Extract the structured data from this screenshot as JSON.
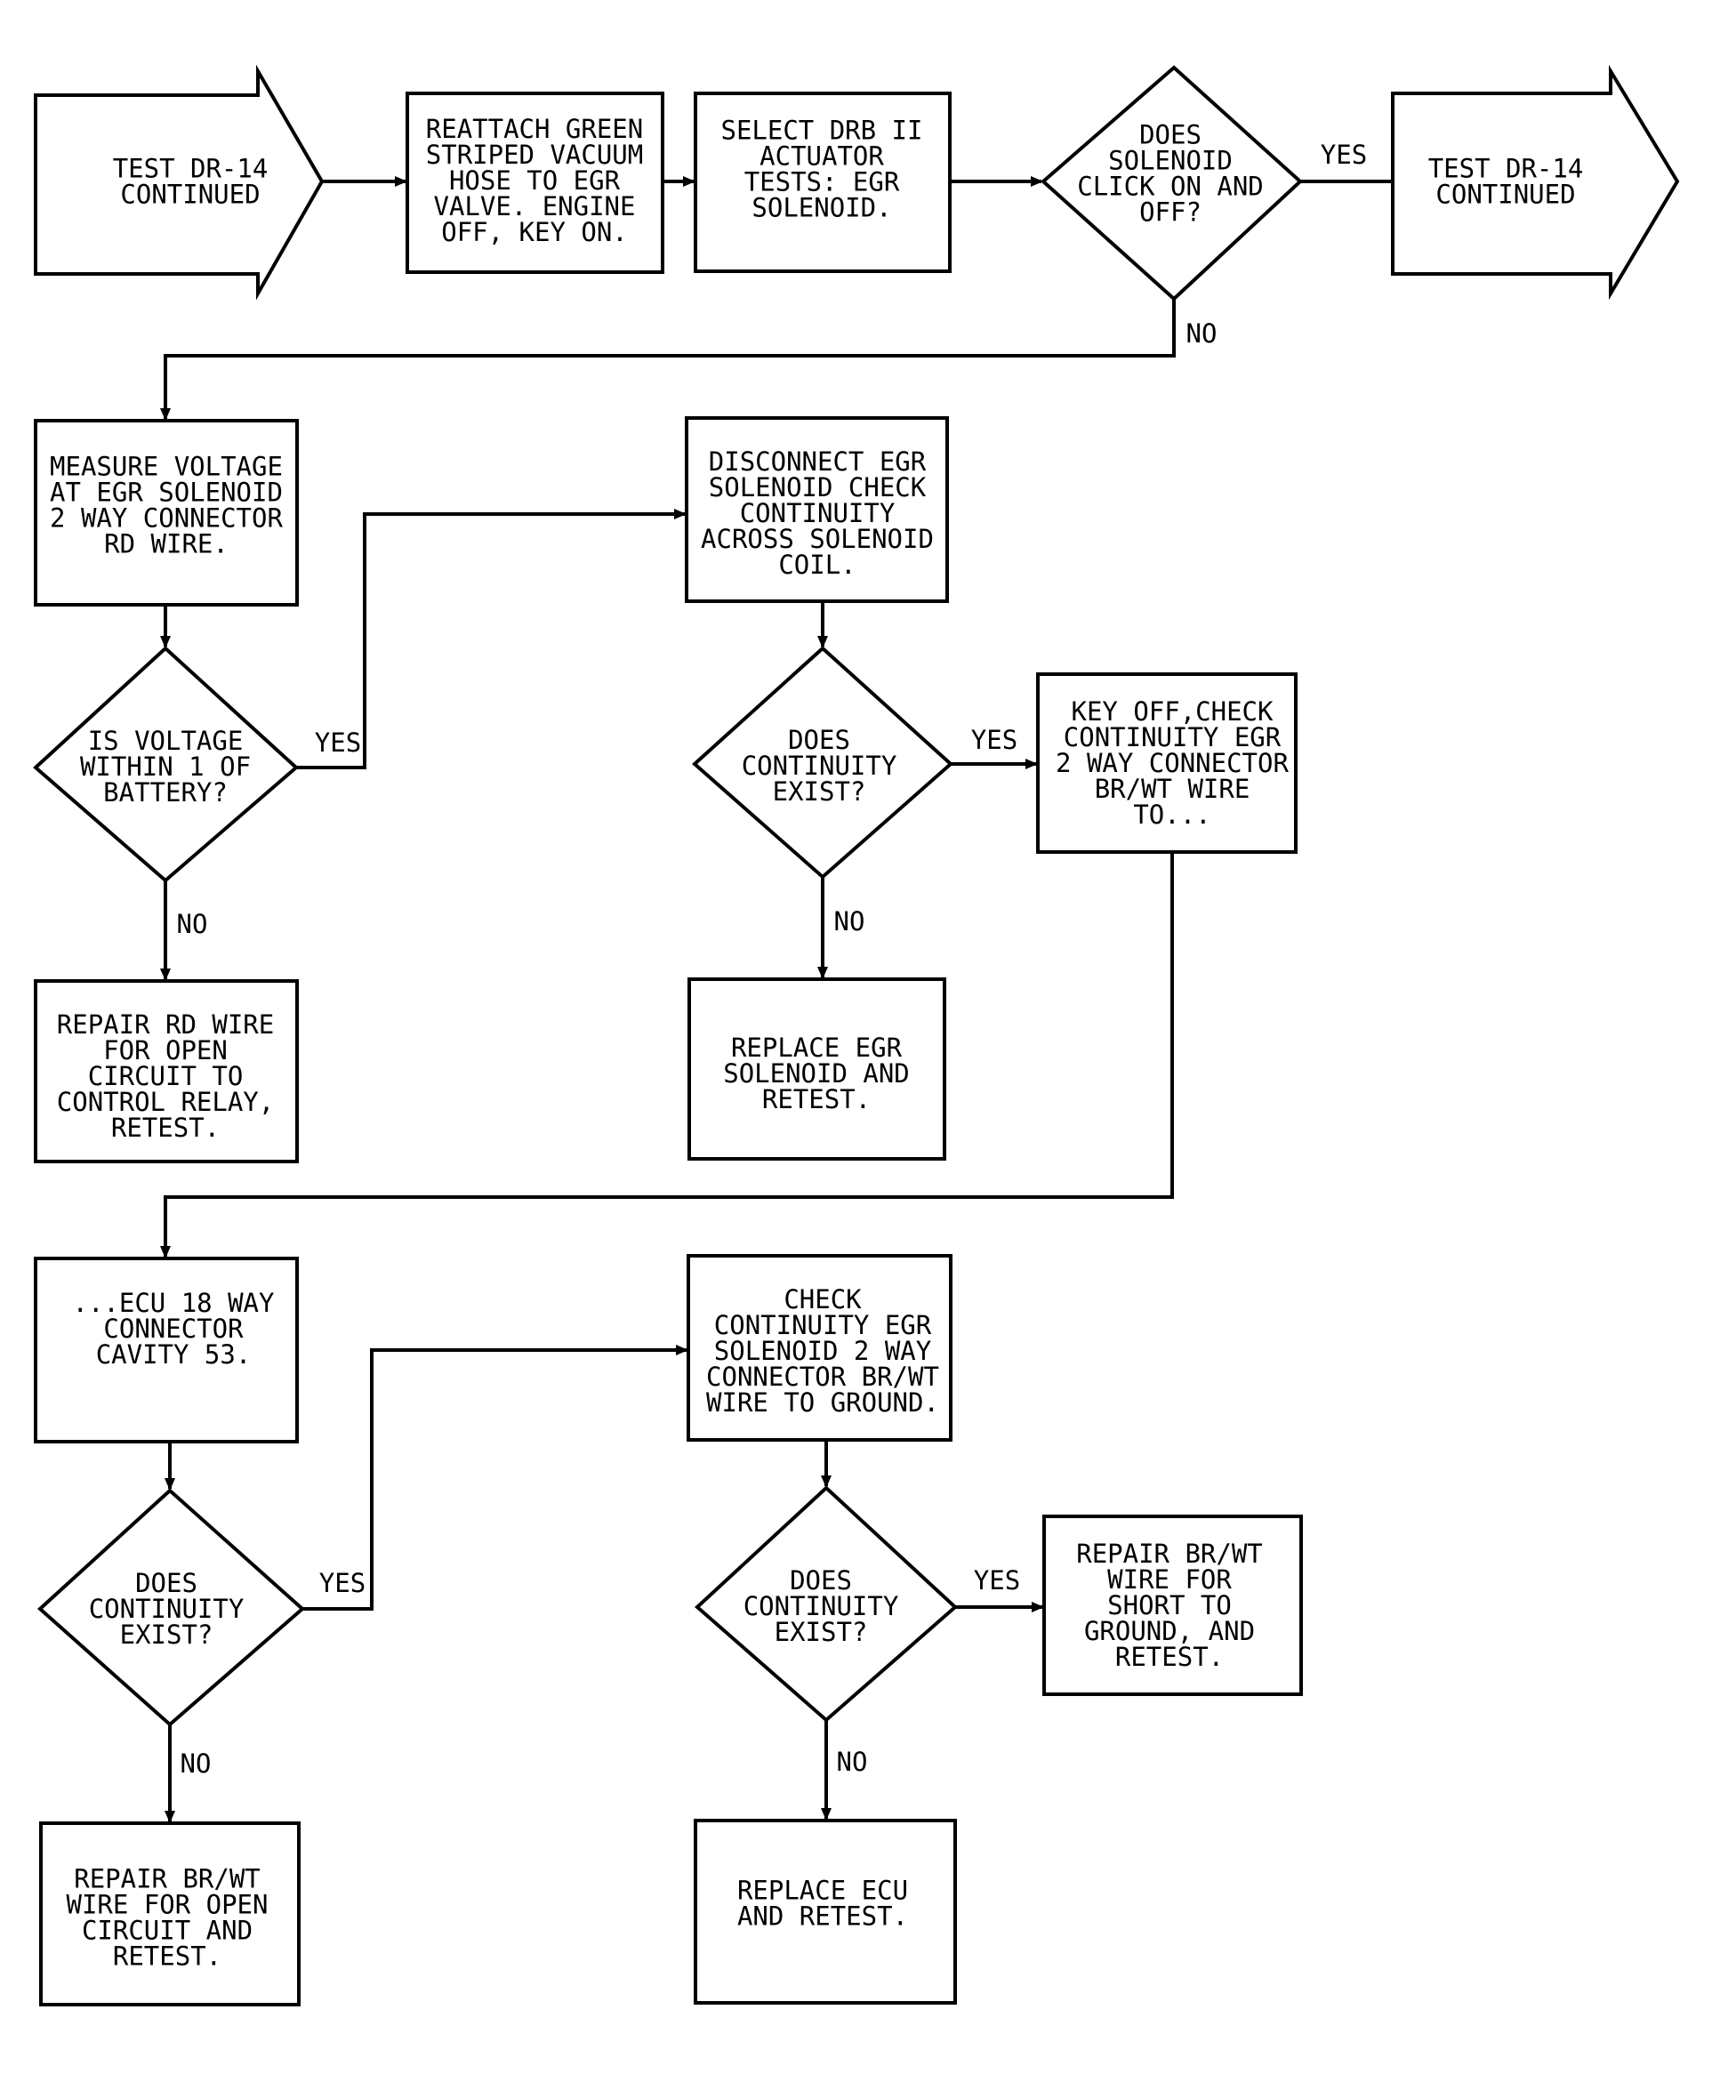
{
  "nodes": {
    "start_arrow": [
      "TEST DR-14",
      "CONTINUED"
    ],
    "reattach_hose": [
      "REATTACH GREEN",
      "STRIPED VACUUM",
      "HOSE TO EGR",
      "VALVE. ENGINE",
      "OFF, KEY ON."
    ],
    "select_drb": [
      "SELECT DRB II",
      "ACTUATOR",
      "TESTS: EGR",
      "SOLENOID."
    ],
    "does_solenoid_click": [
      "DOES",
      "SOLENOID",
      "CLICK ON AND",
      "OFF?"
    ],
    "end_arrow": [
      "TEST DR-14",
      "CONTINUED"
    ],
    "measure_voltage": [
      "MEASURE VOLTAGE",
      "AT EGR SOLENOID",
      "2 WAY CONNECTOR",
      "RD WIRE."
    ],
    "is_voltage": [
      "IS VOLTAGE",
      "WITHIN 1 OF",
      "BATTERY?"
    ],
    "repair_rd_wire": [
      "REPAIR RD WIRE",
      "FOR OPEN",
      "CIRCUIT TO",
      "CONTROL RELAY,",
      "RETEST."
    ],
    "disconnect_egr": [
      "DISCONNECT EGR",
      "SOLENOID CHECK",
      "CONTINUITY",
      "ACROSS SOLENOID",
      "COIL."
    ],
    "continuity_1": [
      "DOES",
      "CONTINUITY",
      "EXIST?"
    ],
    "replace_egr_solenoid": [
      "REPLACE EGR",
      "SOLENOID AND",
      "RETEST."
    ],
    "key_off_check": [
      "KEY OFF,CHECK",
      "CONTINUITY EGR",
      "2 WAY CONNECTOR",
      "BR/WT WIRE",
      "TO..."
    ],
    "ecu_cavity": [
      "...ECU 18 WAY",
      "CONNECTOR",
      "CAVITY 53."
    ],
    "continuity_2": [
      "DOES",
      "CONTINUITY",
      "EXIST?"
    ],
    "repair_brwt_open": [
      "REPAIR BR/WT",
      "WIRE FOR OPEN",
      "CIRCUIT AND",
      "RETEST."
    ],
    "check_ground": [
      "CHECK",
      "CONTINUITY EGR",
      "SOLENOID 2 WAY",
      "CONNECTOR BR/WT",
      "WIRE TO GROUND."
    ],
    "continuity_3": [
      "DOES",
      "CONTINUITY",
      "EXIST?"
    ],
    "repair_brwt_short": [
      "REPAIR BR/WT",
      "WIRE FOR",
      "SHORT TO",
      "GROUND, AND",
      "RETEST."
    ],
    "replace_ecu": [
      "REPLACE ECU",
      "AND RETEST."
    ]
  },
  "edge_labels": {
    "solenoid_yes": "YES",
    "solenoid_no": "NO",
    "voltage_yes": "YES",
    "voltage_no": "NO",
    "continuity1_yes": "YES",
    "continuity1_no": "NO",
    "continuity2_yes": "YES",
    "continuity2_no": "NO",
    "continuity3_yes": "YES",
    "continuity3_no": "NO"
  }
}
